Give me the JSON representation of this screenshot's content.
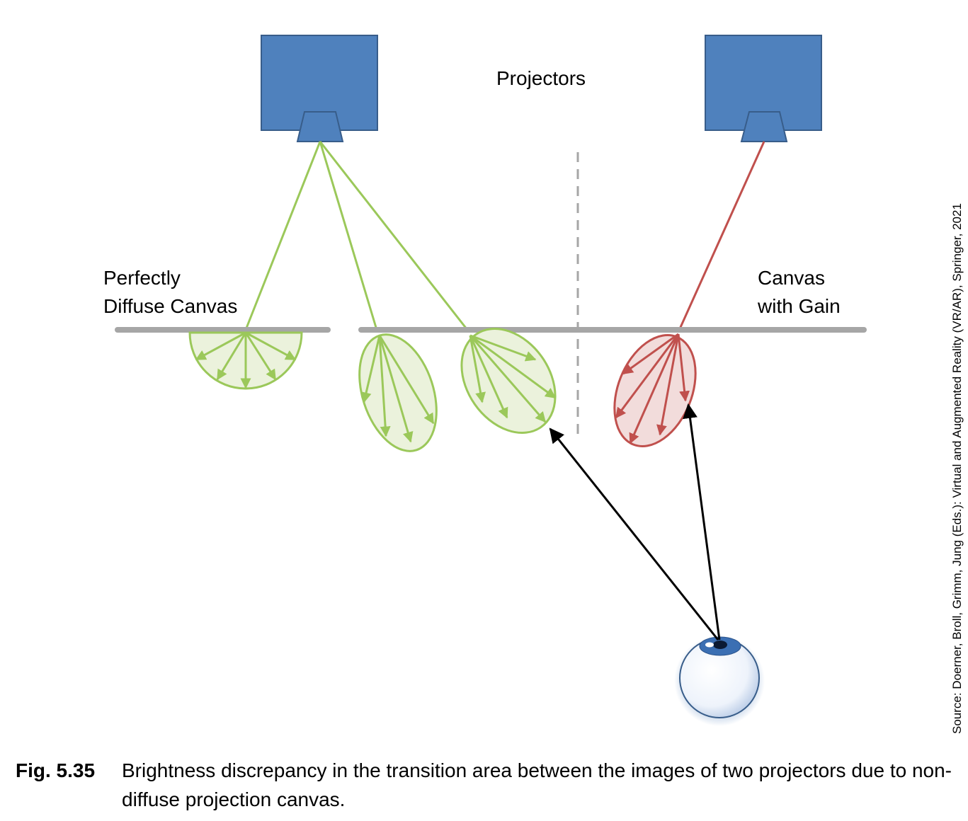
{
  "labels": {
    "projectors": "Projectors",
    "diffuse_line1": "Perfectly",
    "diffuse_line2": "Diffuse Canvas",
    "gain_line1": "Canvas",
    "gain_line2": "with Gain"
  },
  "source": "Source: Doerner, Broll, Grimm, Jung (Eds.): Virtual and Augmented Reality (VR/AR), Springer, 2021",
  "caption": {
    "number": "Fig. 5.35",
    "text": "Brightness discrepancy in the transition area between the images of two projectors due to non-diffuse projection canvas."
  },
  "colors": {
    "projector": "#4f81bd",
    "diffuse": "#9bc85a",
    "gain": "#c0504d",
    "canvas": "#a6a6a6",
    "eye": "#3b6fb3"
  }
}
